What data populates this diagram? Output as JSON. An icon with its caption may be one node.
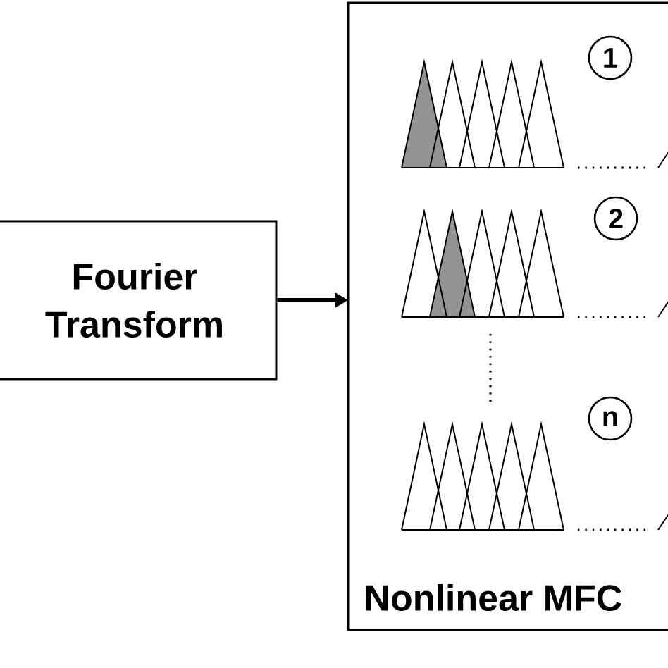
{
  "diagram": {
    "nodes": [
      {
        "text": [
          "Fourier Transform"
        ]
      },
      {
        "text": [
          "Nonlinear MFC"
        ]
      }
    ],
    "edges": [
      {
        "from": 0,
        "to": 1,
        "arrow": "to"
      }
    ],
    "labels": [
      "1",
      "2",
      "n"
    ]
  }
}
